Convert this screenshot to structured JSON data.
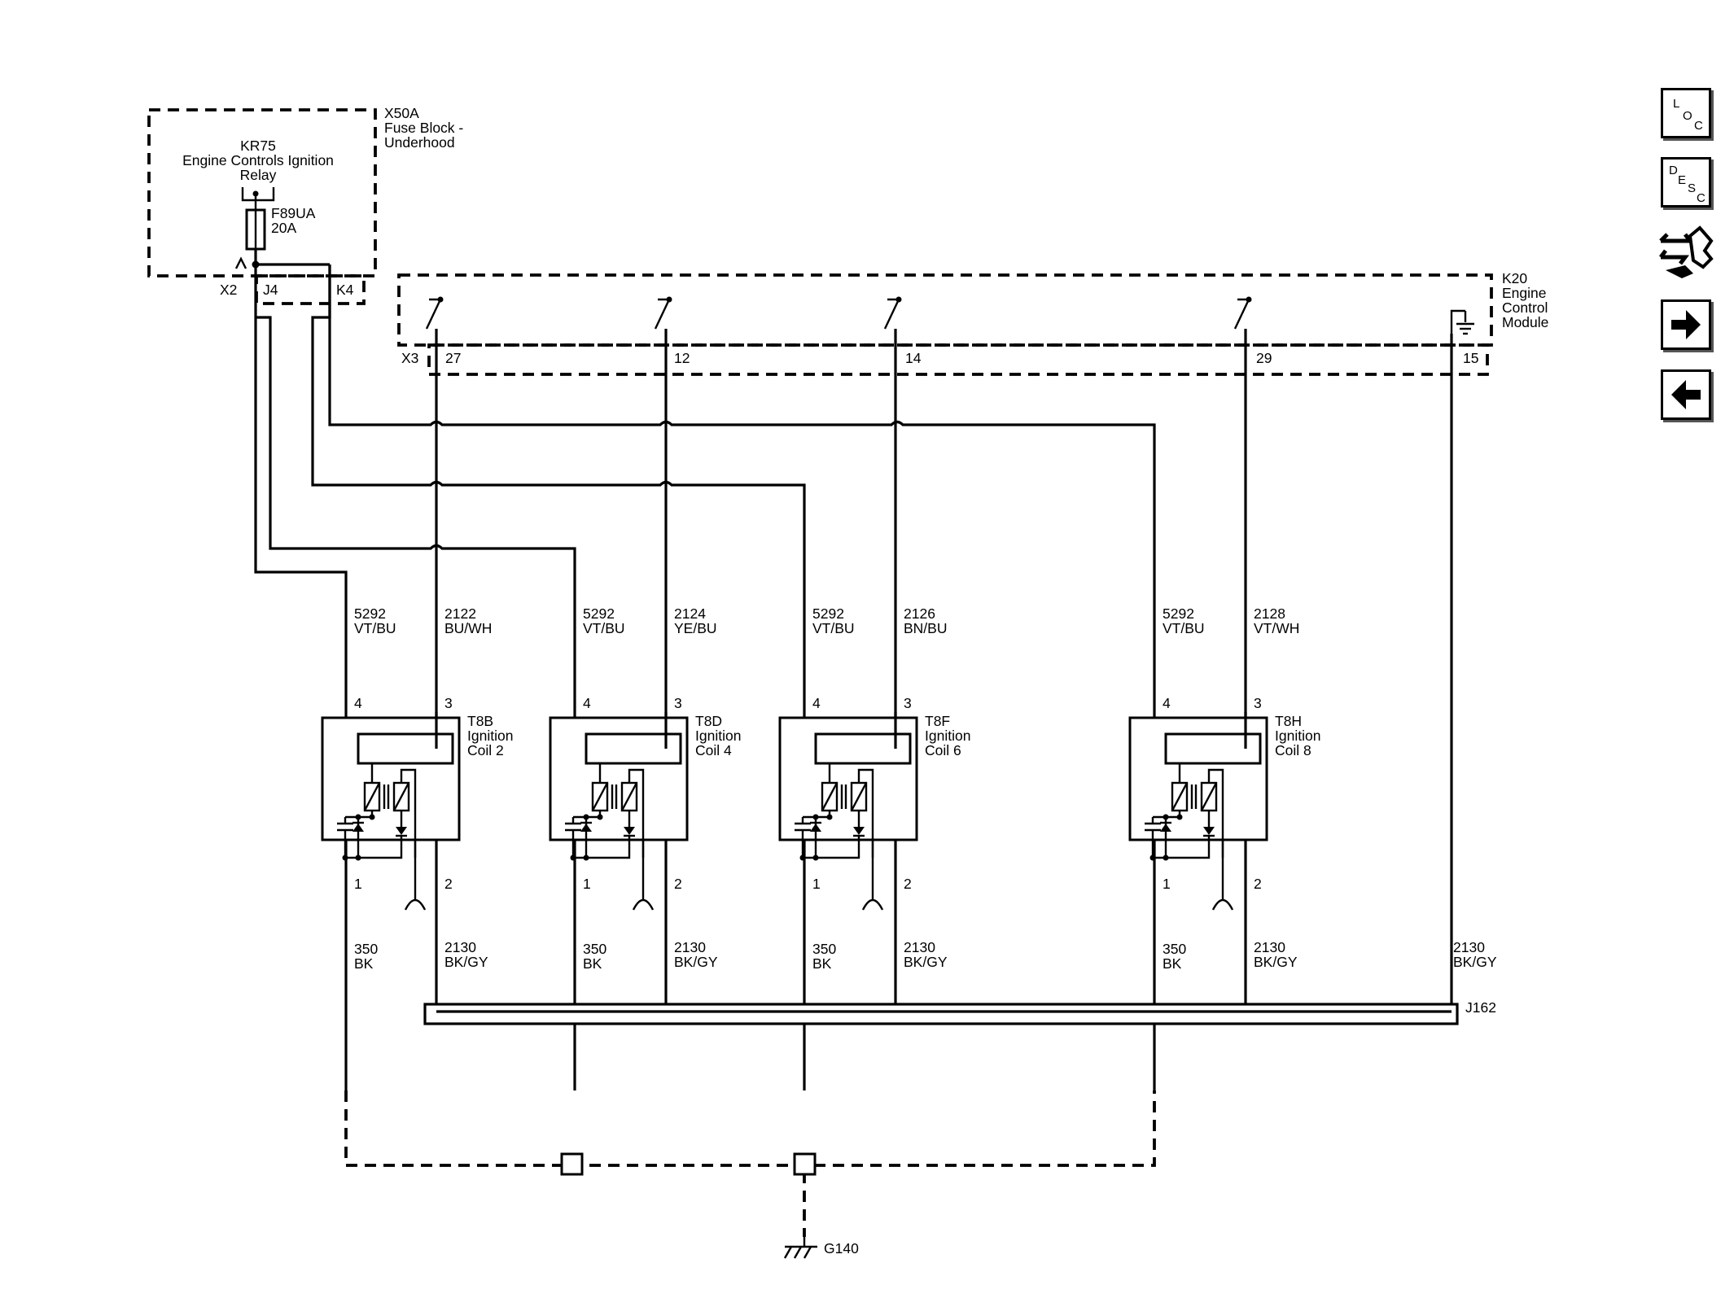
{
  "fuse_block": {
    "id": "X50A",
    "name_line1": "Fuse Block -",
    "name_line2": "Underhood",
    "relay_id": "KR75",
    "relay_line1": "Engine Controls Ignition",
    "relay_line2": "Relay",
    "fuse_id": "F89UA",
    "fuse_rating": "20A",
    "connectors": [
      "X2",
      "J4",
      "K4"
    ]
  },
  "ecm": {
    "id": "K20",
    "name_line1": "Engine",
    "name_line2": "Control",
    "name_line3": "Module",
    "connector": "X3",
    "pins": [
      "27",
      "12",
      "14",
      "29",
      "15"
    ]
  },
  "coils": [
    {
      "id": "T8B",
      "line1": "Ignition",
      "line2": "Coil 2",
      "pin_power": "4",
      "pin_control": "3",
      "pin_ground": "1",
      "pin_ref": "2",
      "power_circuit": "5292",
      "power_color": "VT/BU",
      "control_circuit": "2122",
      "control_color": "BU/WH",
      "ground_circuit": "350",
      "ground_color": "BK",
      "ref_circuit": "2130",
      "ref_color": "BK/GY"
    },
    {
      "id": "T8D",
      "line1": "Ignition",
      "line2": "Coil 4",
      "pin_power": "4",
      "pin_control": "3",
      "pin_ground": "1",
      "pin_ref": "2",
      "power_circuit": "5292",
      "power_color": "VT/BU",
      "control_circuit": "2124",
      "control_color": "YE/BU",
      "ground_circuit": "350",
      "ground_color": "BK",
      "ref_circuit": "2130",
      "ref_color": "BK/GY"
    },
    {
      "id": "T8F",
      "line1": "Ignition",
      "line2": "Coil 6",
      "pin_power": "4",
      "pin_control": "3",
      "pin_ground": "1",
      "pin_ref": "2",
      "power_circuit": "5292",
      "power_color": "VT/BU",
      "control_circuit": "2126",
      "control_color": "BN/BU",
      "ground_circuit": "350",
      "ground_color": "BK",
      "ref_circuit": "2130",
      "ref_color": "BK/GY"
    },
    {
      "id": "T8H",
      "line1": "Ignition",
      "line2": "Coil 8",
      "pin_power": "4",
      "pin_control": "3",
      "pin_ground": "1",
      "pin_ref": "2",
      "power_circuit": "5292",
      "power_color": "VT/BU",
      "control_circuit": "2128",
      "control_color": "VT/WH",
      "ground_circuit": "350",
      "ground_color": "BK",
      "ref_circuit": "2130",
      "ref_color": "BK/GY"
    }
  ],
  "ecm_ground_circuit": "2130",
  "ecm_ground_color": "BK/GY",
  "splice": "J162",
  "ground_point": "G140",
  "nav": {
    "loc": {
      "l1": "L",
      "l2": "O",
      "l3": "C"
    },
    "desc": {
      "l1": "D",
      "l2": "E",
      "l3": "S",
      "l4": "C"
    },
    "connector_icon": "connector-wrench-icon",
    "next_icon": "arrow-right-icon",
    "prev_icon": "arrow-left-icon"
  }
}
